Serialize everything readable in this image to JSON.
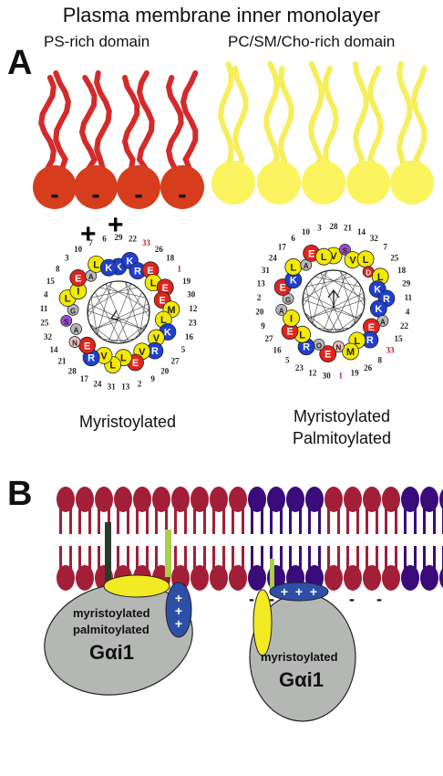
{
  "header": {
    "title": "Plasma membrane inner monolayer",
    "left_domain": "PS-rich domain",
    "right_domain": "PC/SM/Cho-rich domain"
  },
  "panels": {
    "a": "A",
    "b": "B"
  },
  "colors": {
    "ps_tail": "#d42a2a",
    "ps_head": "#d63d1c",
    "pc_tail": "#f6ee5a",
    "pc_head": "#fbf45e",
    "residue_yellow": "#f3ea00",
    "residue_red": "#e0241c",
    "residue_blue": "#1f3fd0",
    "residue_gray": "#b9b9b9",
    "residue_purple": "#9b4dd6",
    "bilayer_red": "#a31f37",
    "bilayer_purple": "#3a0b7a",
    "protein_gray": "#b5b7b5"
  },
  "head_charge": "-",
  "wheel_left": {
    "caption": "Myristoylated",
    "charge_marks": [
      "+",
      "+"
    ],
    "residues": [
      "K",
      "K",
      "R",
      "E",
      "L",
      "E",
      "E",
      "M",
      "L",
      "K",
      "V",
      "R",
      "V",
      "E",
      "L",
      "L",
      "V",
      "R",
      "E",
      "N",
      "A",
      "S",
      "G",
      "L",
      "I",
      "E",
      "A",
      "L",
      "K"
    ],
    "numbers": [
      "29",
      "22",
      "33",
      "26",
      "18",
      "1",
      "19",
      "30",
      "12",
      "23",
      "16",
      "5",
      "27",
      "20",
      "9",
      "2",
      "13",
      "31",
      "24",
      "17",
      "28",
      "21",
      "14",
      "32",
      "25",
      "11",
      "4",
      "15",
      "8",
      "3",
      "10",
      "7",
      "6"
    ]
  },
  "wheel_right": {
    "caption_line1": "Myristoylated",
    "caption_line2": "Palmitoylated",
    "residues": [
      "V",
      "S",
      "V",
      "L",
      "D",
      "L",
      "K",
      "R",
      "K",
      "A",
      "E",
      "R",
      "L",
      "M",
      "N",
      "E",
      "O",
      "R",
      "L",
      "E",
      "I",
      "A",
      "G",
      "E",
      "K",
      "L",
      "A",
      "E",
      "L"
    ],
    "numbers": [
      "28",
      "21",
      "14",
      "32",
      "7",
      "25",
      "18",
      "29",
      "11",
      "4",
      "22",
      "15",
      "33",
      "8",
      "26",
      "19",
      "1",
      "30",
      "12",
      "23",
      "5",
      "16",
      "27",
      "9",
      "20",
      "2",
      "13",
      "31",
      "24",
      "17",
      "6",
      "10",
      "3"
    ]
  },
  "panel_b": {
    "left_protein_line1": "myristoylated",
    "left_protein_line2": "palmitoylated",
    "left_protein_name": "Gαi1",
    "right_protein_line1": "myristoylated",
    "right_protein_name": "Gαi1",
    "patch_charges": [
      "+",
      "+",
      "+"
    ],
    "membrane_charge": "-"
  }
}
